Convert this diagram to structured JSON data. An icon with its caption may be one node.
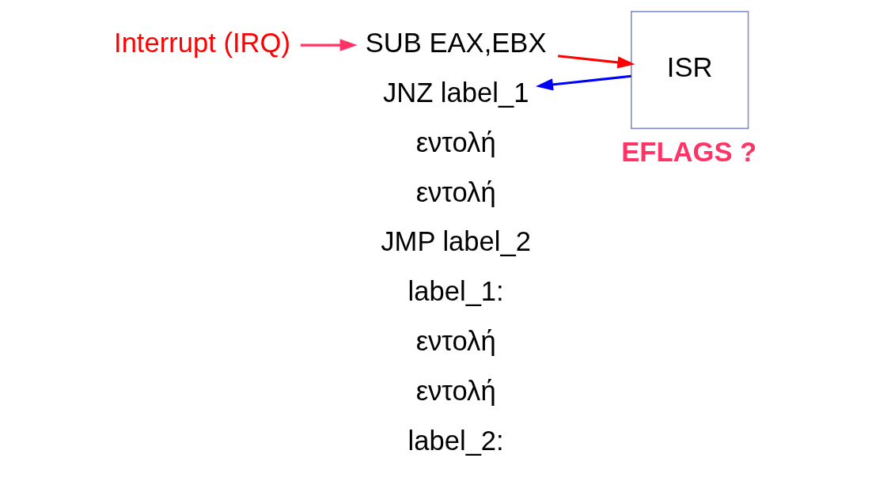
{
  "diagram": {
    "nodes": [
      {
        "text": [
          "Interrupt (IRQ)"
        ]
      },
      {
        "text": [
          "SUB EAX,EBX"
        ]
      },
      {
        "text": [
          "ISR"
        ]
      },
      {
        "text": [
          "JNZ label_1"
        ]
      }
    ],
    "edges": [
      {
        "from": 0,
        "to": 1,
        "arrow": "to",
        "color": "#ff3366"
      },
      {
        "from": 1,
        "to": 2,
        "arrow": "to",
        "color": "#ff0000"
      },
      {
        "from": 2,
        "to": 3,
        "arrow": "to",
        "color": "#0000ff"
      }
    ],
    "labels": [
      "EFLAGS ?",
      "εντολή",
      "εντολή",
      "JMP label_2",
      "label_1:",
      "εντολή",
      "εντολή",
      "label_2:"
    ]
  }
}
